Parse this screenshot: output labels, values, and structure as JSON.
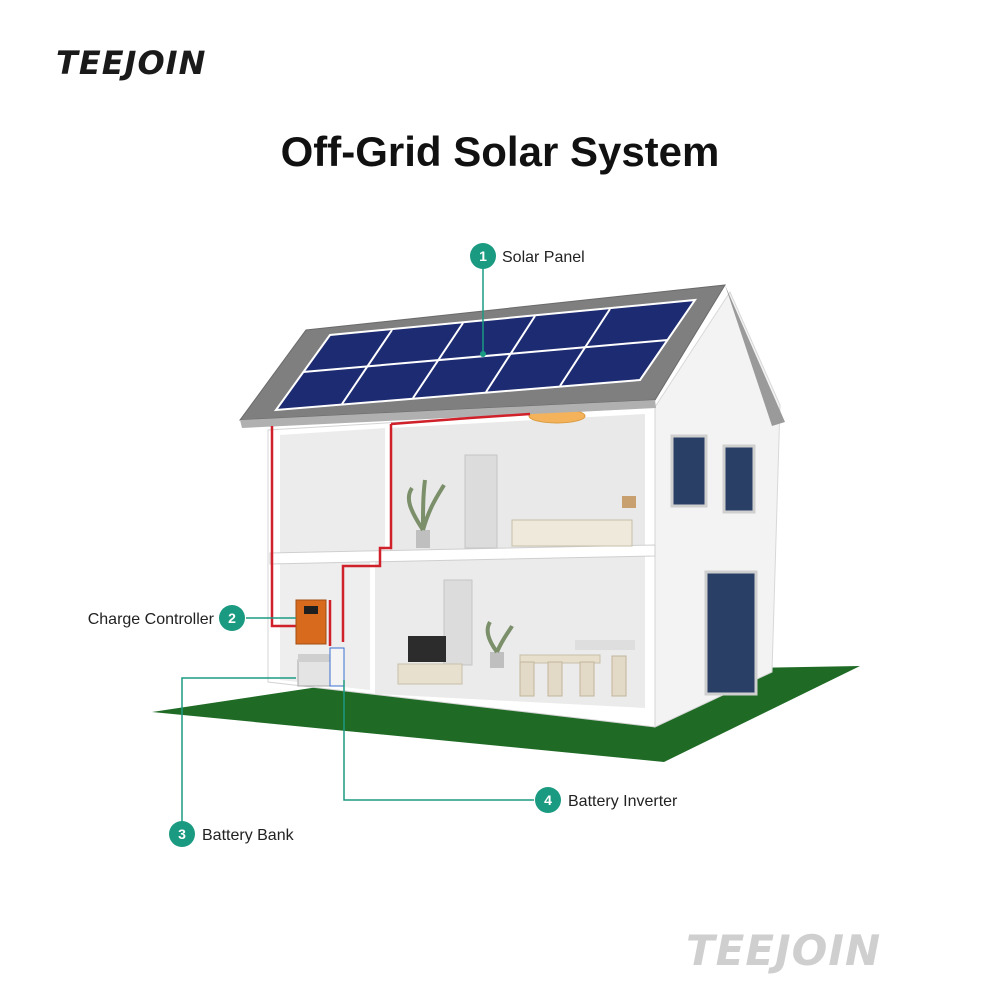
{
  "logo": "TEEJOIN",
  "title": "Off-Grid Solar System",
  "watermark": "TEEJOIN",
  "callouts": [
    {
      "num": "1",
      "label": "Solar Panel"
    },
    {
      "num": "2",
      "label": "Charge Controller"
    },
    {
      "num": "3",
      "label": "Battery Bank"
    },
    {
      "num": "4",
      "label": "Battery Inverter"
    }
  ],
  "colors": {
    "accent": "#1b9a82",
    "wire": "#d0202a",
    "lawn": "#1f6b26",
    "panel": "#1d2b73",
    "roof": "#8f8f8f"
  }
}
